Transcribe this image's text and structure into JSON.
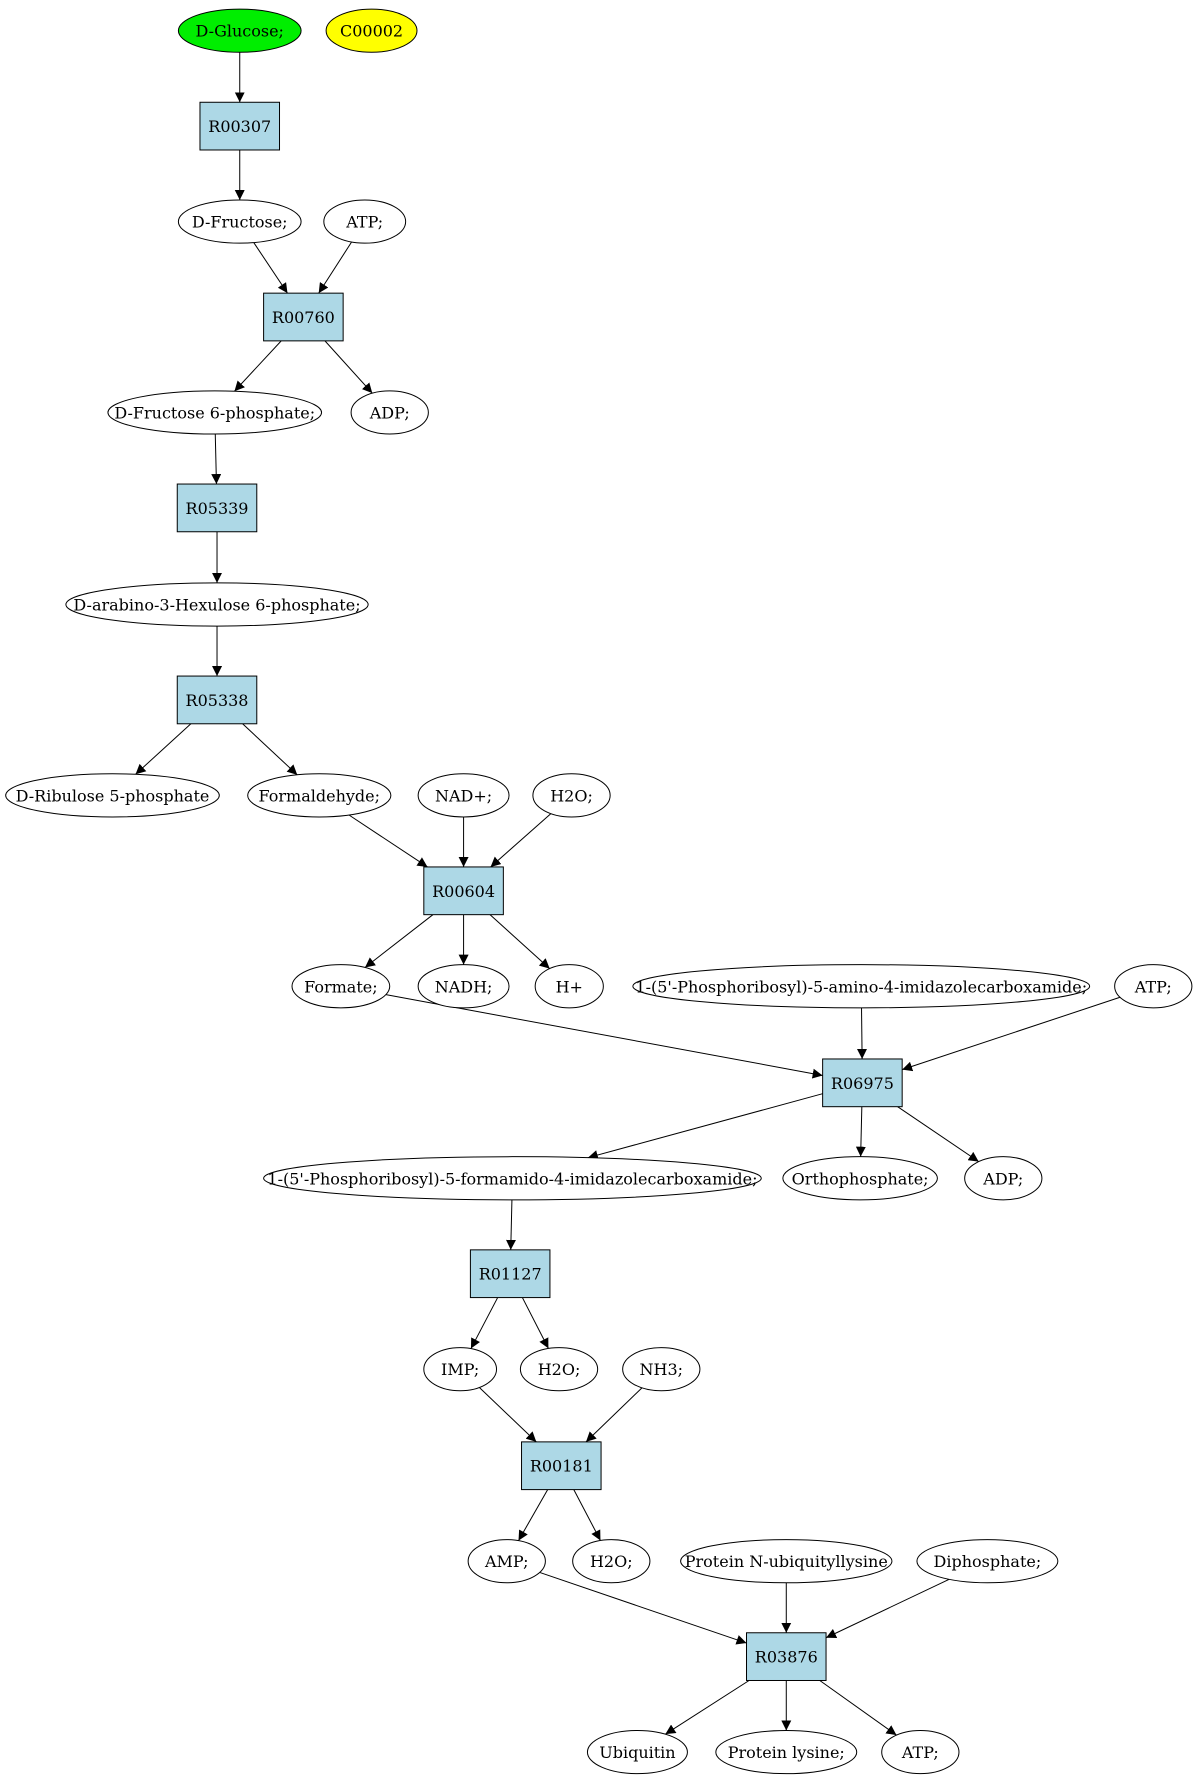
{
  "colors": {
    "start_fill": "#00ee00",
    "target_fill": "#ffff00",
    "compound_fill": "#ffffff",
    "reaction_fill": "#add8e6"
  },
  "nodes": [
    {
      "id": "glucose",
      "kind": "compound",
      "label": "D-Glucose;",
      "style": "start"
    },
    {
      "id": "c00002",
      "kind": "compound",
      "label": "C00002",
      "style": "target"
    },
    {
      "id": "R00307",
      "kind": "reaction",
      "label": "R00307"
    },
    {
      "id": "fructose",
      "kind": "compound",
      "label": "D-Fructose;"
    },
    {
      "id": "atp1",
      "kind": "compound",
      "label": "ATP;"
    },
    {
      "id": "R00760",
      "kind": "reaction",
      "label": "R00760"
    },
    {
      "id": "f6p",
      "kind": "compound",
      "label": "D-Fructose 6-phosphate;"
    },
    {
      "id": "adp1",
      "kind": "compound",
      "label": "ADP;"
    },
    {
      "id": "R05339",
      "kind": "reaction",
      "label": "R05339"
    },
    {
      "id": "hexulose",
      "kind": "compound",
      "label": "D-arabino-3-Hexulose 6-phosphate;"
    },
    {
      "id": "R05338",
      "kind": "reaction",
      "label": "R05338"
    },
    {
      "id": "ribulose",
      "kind": "compound",
      "label": "D-Ribulose 5-phosphate"
    },
    {
      "id": "formaldehyde",
      "kind": "compound",
      "label": "Formaldehyde;"
    },
    {
      "id": "nadplus",
      "kind": "compound",
      "label": "NAD+;"
    },
    {
      "id": "h2o1",
      "kind": "compound",
      "label": "H2O;"
    },
    {
      "id": "R00604",
      "kind": "reaction",
      "label": "R00604"
    },
    {
      "id": "formate",
      "kind": "compound",
      "label": "Formate;"
    },
    {
      "id": "nadh",
      "kind": "compound",
      "label": "NADH;"
    },
    {
      "id": "hplus",
      "kind": "compound",
      "label": "H+"
    },
    {
      "id": "aicar",
      "kind": "compound",
      "label": "1-(5'-Phosphoribosyl)-5-amino-4-imidazolecarboxamide;"
    },
    {
      "id": "atp2",
      "kind": "compound",
      "label": "ATP;"
    },
    {
      "id": "R06975",
      "kind": "reaction",
      "label": "R06975"
    },
    {
      "id": "faicar",
      "kind": "compound",
      "label": "1-(5'-Phosphoribosyl)-5-formamido-4-imidazolecarboxamide;"
    },
    {
      "id": "orthophosphate",
      "kind": "compound",
      "label": "Orthophosphate;"
    },
    {
      "id": "adp2",
      "kind": "compound",
      "label": "ADP;"
    },
    {
      "id": "R01127",
      "kind": "reaction",
      "label": "R01127"
    },
    {
      "id": "imp",
      "kind": "compound",
      "label": "IMP;"
    },
    {
      "id": "h2o2",
      "kind": "compound",
      "label": "H2O;"
    },
    {
      "id": "nh3",
      "kind": "compound",
      "label": "NH3;"
    },
    {
      "id": "R00181",
      "kind": "reaction",
      "label": "R00181"
    },
    {
      "id": "amp",
      "kind": "compound",
      "label": "AMP;"
    },
    {
      "id": "h2o3",
      "kind": "compound",
      "label": "H2O;"
    },
    {
      "id": "pnub",
      "kind": "compound",
      "label": "Protein N-ubiquityllysine"
    },
    {
      "id": "diphosphate",
      "kind": "compound",
      "label": "Diphosphate;"
    },
    {
      "id": "R03876",
      "kind": "reaction",
      "label": "R03876"
    },
    {
      "id": "ubiquitin",
      "kind": "compound",
      "label": "Ubiquitin"
    },
    {
      "id": "plysine",
      "kind": "compound",
      "label": "Protein lysine;"
    },
    {
      "id": "atp3",
      "kind": "compound",
      "label": "ATP;"
    }
  ],
  "edges": [
    [
      "glucose",
      "R00307"
    ],
    [
      "R00307",
      "fructose"
    ],
    [
      "fructose",
      "R00760"
    ],
    [
      "atp1",
      "R00760"
    ],
    [
      "R00760",
      "f6p"
    ],
    [
      "R00760",
      "adp1"
    ],
    [
      "f6p",
      "R05339"
    ],
    [
      "R05339",
      "hexulose"
    ],
    [
      "hexulose",
      "R05338"
    ],
    [
      "R05338",
      "ribulose"
    ],
    [
      "R05338",
      "formaldehyde"
    ],
    [
      "formaldehyde",
      "R00604"
    ],
    [
      "nadplus",
      "R00604"
    ],
    [
      "h2o1",
      "R00604"
    ],
    [
      "R00604",
      "formate"
    ],
    [
      "R00604",
      "nadh"
    ],
    [
      "R00604",
      "hplus"
    ],
    [
      "formate",
      "R06975"
    ],
    [
      "aicar",
      "R06975"
    ],
    [
      "atp2",
      "R06975"
    ],
    [
      "R06975",
      "faicar"
    ],
    [
      "R06975",
      "orthophosphate"
    ],
    [
      "R06975",
      "adp2"
    ],
    [
      "faicar",
      "R01127"
    ],
    [
      "R01127",
      "imp"
    ],
    [
      "R01127",
      "h2o2"
    ],
    [
      "imp",
      "R00181"
    ],
    [
      "nh3",
      "R00181"
    ],
    [
      "R00181",
      "amp"
    ],
    [
      "R00181",
      "h2o3"
    ],
    [
      "amp",
      "R03876"
    ],
    [
      "pnub",
      "R03876"
    ],
    [
      "diphosphate",
      "R03876"
    ],
    [
      "R03876",
      "ubiquitin"
    ],
    [
      "R03876",
      "plysine"
    ],
    [
      "R03876",
      "atp3"
    ]
  ]
}
